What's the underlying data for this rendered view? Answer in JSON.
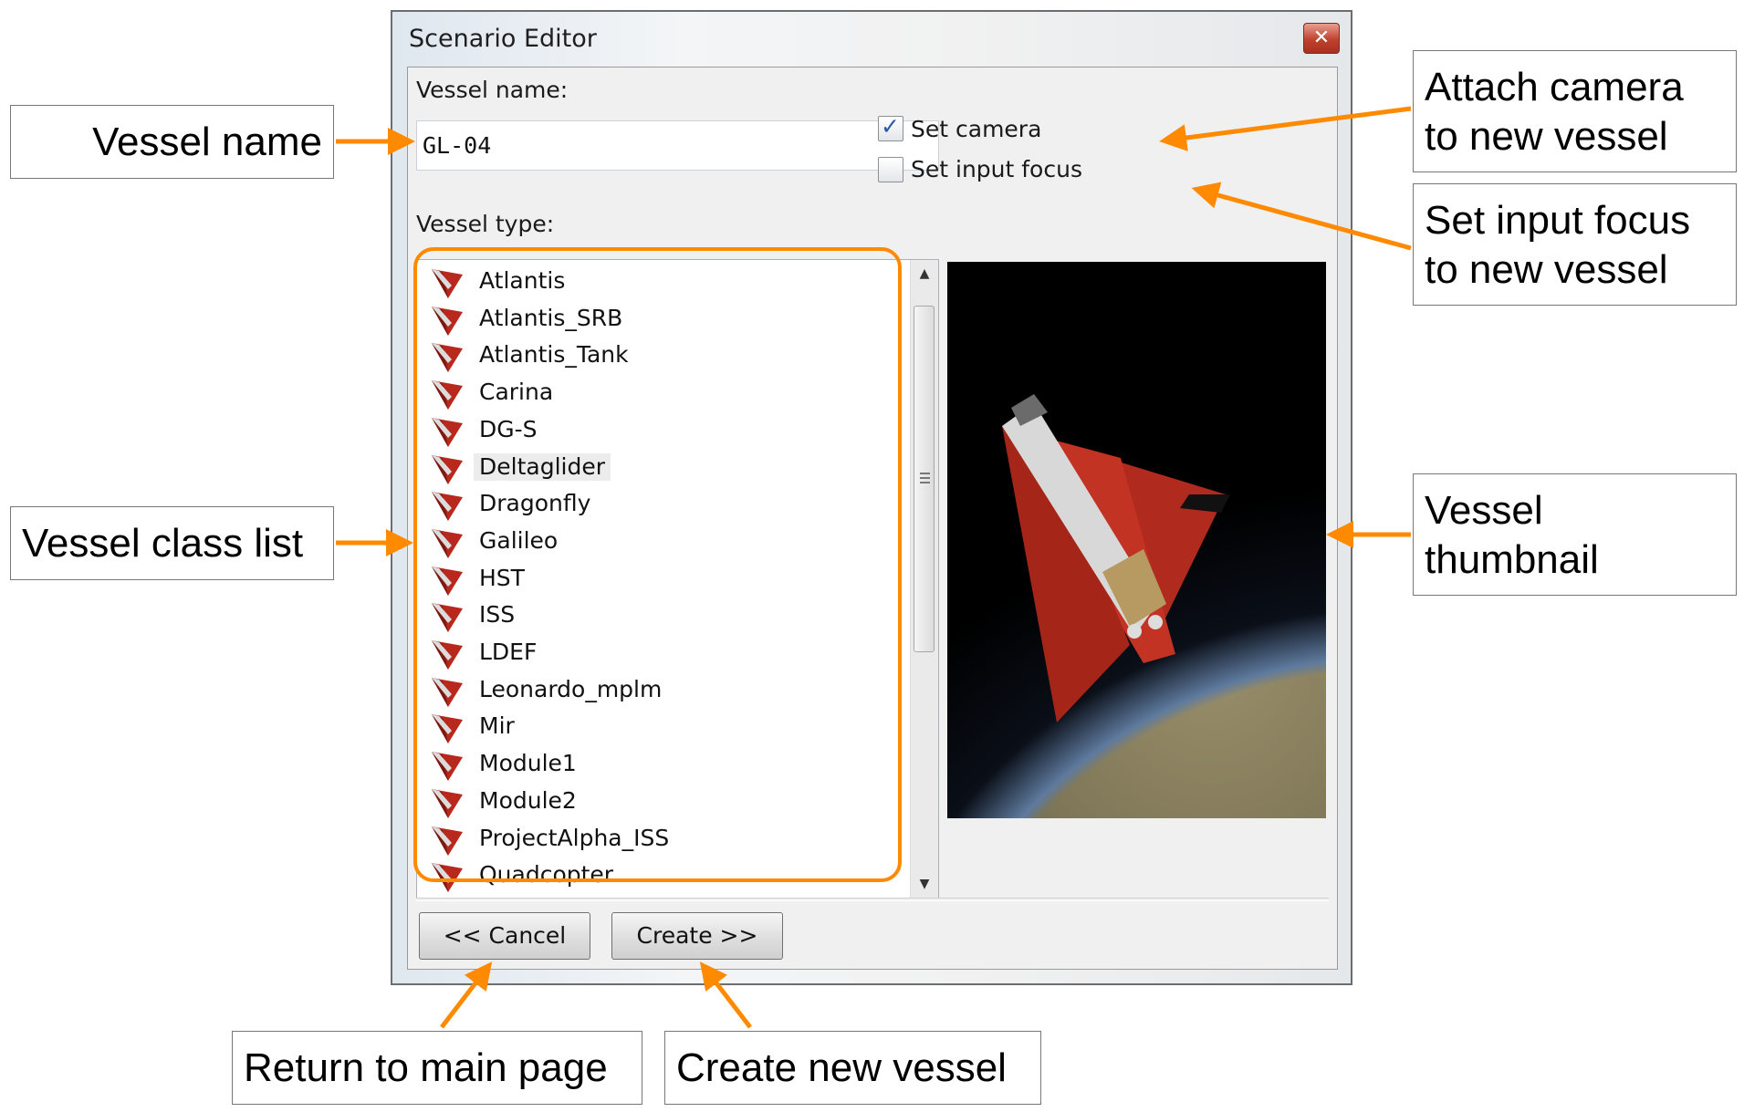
{
  "window": {
    "title": "Scenario Editor",
    "close_symbol": "✕"
  },
  "form": {
    "vessel_name_label": "Vessel name:",
    "vessel_name_value": "GL-04",
    "vessel_type_label": "Vessel type:",
    "set_camera": {
      "label": "Set camera",
      "checked": true
    },
    "set_input_focus": {
      "label": "Set input focus",
      "checked": false
    }
  },
  "vessel_list": {
    "items": [
      "Atlantis",
      "Atlantis_SRB",
      "Atlantis_Tank",
      "Carina",
      "DG-S",
      "Deltaglider",
      "Dragonfly",
      "Galileo",
      "HST",
      "ISS",
      "LDEF",
      "Leonardo_mplm",
      "Mir",
      "Module1",
      "Module2",
      "ProjectAlpha_ISS",
      "Quadcopter"
    ],
    "selected": "Deltaglider",
    "item_icon": "vessel-class-icon"
  },
  "buttons": {
    "cancel": "<< Cancel",
    "create": "Create >>"
  },
  "callouts": {
    "vessel_name": "Vessel name",
    "vessel_class_list": "Vessel class list",
    "attach_camera_1": "Attach camera",
    "attach_camera_2": "to new vessel",
    "set_input_focus_1": "Set input focus",
    "set_input_focus_2": "to new vessel",
    "vessel_thumbnail_1": "Vessel",
    "vessel_thumbnail_2": "thumbnail",
    "return_main": "Return to main page",
    "create_new": "Create new vessel"
  },
  "colors": {
    "highlight_orange": "#ff8a00",
    "icon_red": "#b8281c"
  }
}
